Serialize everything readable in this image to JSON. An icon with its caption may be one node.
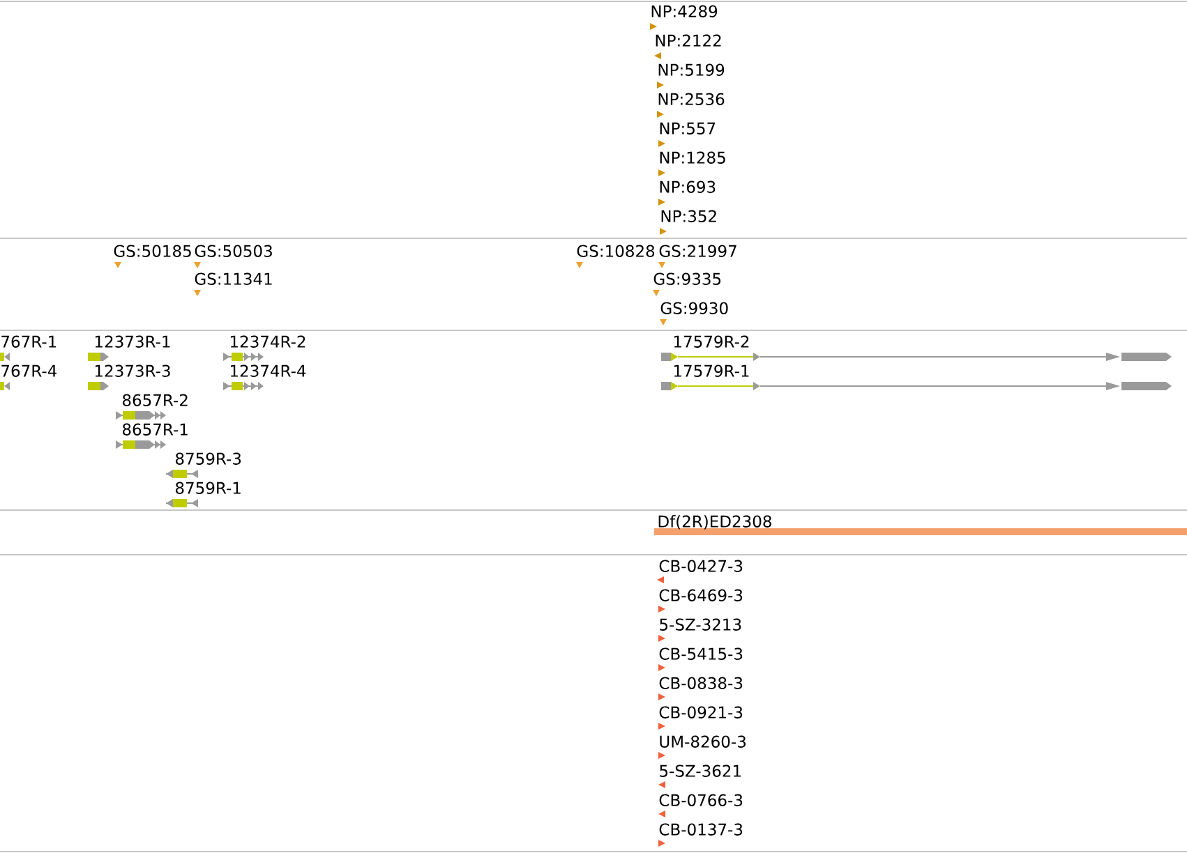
{
  "diagram": {
    "labels": [
      "NP:4289",
      "NP:2122",
      "NP:5199",
      "NP:2536",
      "NP:557",
      "NP:1285",
      "NP:693",
      "NP:352",
      "GS:50185",
      "GS:50503",
      "GS:10828",
      "GS:21997",
      "GS:11341",
      "GS:9335",
      "GS:9930",
      "767R-1",
      "12373R-1",
      "12374R-2",
      "17579R-2",
      "767R-4",
      "12373R-3",
      "12374R-4",
      "17579R-1",
      "8657R-2",
      "8657R-1",
      "8759R-3",
      "8759R-1",
      "Df(2R)ED2308",
      "CB-0427-3",
      "CB-6469-3",
      "5-SZ-3213",
      "CB-5415-3",
      "CB-0838-3",
      "CB-0921-3",
      "UM-8260-3",
      "5-SZ-3621",
      "CB-0766-3",
      "CB-0137-3"
    ]
  }
}
